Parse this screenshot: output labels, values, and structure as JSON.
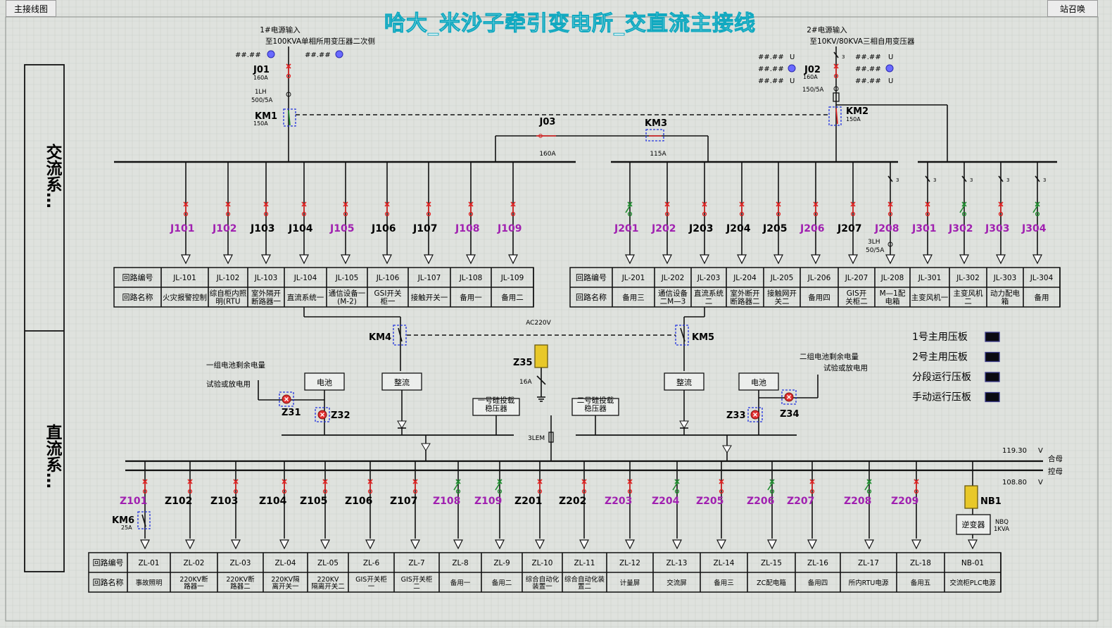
{
  "title": "哈大_米沙子牵引变电所_交直流主接线",
  "buttons": {
    "main_wiring": "主接线图",
    "call": "站召唤"
  },
  "side": {
    "ac": "交流系…",
    "dc": "直流系…"
  },
  "colors": {
    "background": "#dfe2de",
    "grid": "#cdd2cc",
    "line": "#111111",
    "breaker_closed": "#e02020",
    "breaker_open": "#1c8a2c",
    "label_dim": "#a020b0",
    "title": "#ffffff",
    "title_outline": "#11a9c0",
    "select_box": "#2233dd"
  },
  "sources": {
    "input1": {
      "title": "1#电源输入",
      "desc": "至100KVA单相所用变压器二次侧",
      "values": [
        "##.##",
        "##.##"
      ]
    },
    "input2": {
      "title": "2#电源输入",
      "desc": "至10KV/80KVA三相自用变压器",
      "values": [
        "##.##",
        "##.##",
        "##.##",
        "##.##",
        "##.##",
        "##.##"
      ],
      "unit": "U"
    }
  },
  "ac": {
    "J01": {
      "name": "J01",
      "rating": "160A"
    },
    "lh1": {
      "name": "1LH",
      "ratio": "500/5A"
    },
    "KM1": {
      "name": "KM1",
      "rating": "150A"
    },
    "J02": {
      "name": "J02",
      "rating": "160A"
    },
    "lh2": {
      "ratio": "150/5A"
    },
    "KM2": {
      "name": "KM2",
      "rating": "150A"
    },
    "J03": {
      "name": "J03",
      "rating": "160A"
    },
    "KM3": {
      "name": "KM3",
      "rating": "115A"
    },
    "lh3": {
      "name": "3LH",
      "ratio": "50/5A"
    },
    "row_head1": "回路编号",
    "row_head2": "回路名称",
    "left_feeders": [
      {
        "name": "J101",
        "code": "JL-101",
        "circuit": "火灾报警控制",
        "dim": true
      },
      {
        "name": "J102",
        "code": "JL-102",
        "circuit": "综自柜内照明(RTU)电源",
        "dim": true
      },
      {
        "name": "J103",
        "code": "JL-103",
        "circuit": "室外隔开断路器一",
        "dim": false
      },
      {
        "name": "J104",
        "code": "JL-104",
        "circuit": "直流系统一",
        "dim": false
      },
      {
        "name": "J105",
        "code": "JL-105",
        "circuit": "通信设备一(M-2)",
        "dim": true
      },
      {
        "name": "J106",
        "code": "JL-106",
        "circuit": "GSI开关柜一",
        "dim": false
      },
      {
        "name": "J107",
        "code": "JL-107",
        "circuit": "接触开关一",
        "dim": false
      },
      {
        "name": "J108",
        "code": "JL-108",
        "circuit": "备用一",
        "dim": true
      },
      {
        "name": "J109",
        "code": "JL-109",
        "circuit": "备用二",
        "dim": true
      }
    ],
    "right_feeders": [
      {
        "name": "J201",
        "code": "JL-201",
        "circuit": "备用三",
        "dim": true
      },
      {
        "name": "J202",
        "code": "JL-202",
        "circuit": "通信设备二M—3",
        "dim": true
      },
      {
        "name": "J203",
        "code": "JL-203",
        "circuit": "直流系统二",
        "dim": false
      },
      {
        "name": "J204",
        "code": "JL-204",
        "circuit": "室外断开断路器二",
        "dim": false
      },
      {
        "name": "J205",
        "code": "JL-205",
        "circuit": "接触网开关二",
        "dim": false
      },
      {
        "name": "J206",
        "code": "JL-206",
        "circuit": "备用四",
        "dim": true
      },
      {
        "name": "J207",
        "code": "JL-207",
        "circuit": "GIS开关柜二",
        "dim": false
      },
      {
        "name": "J208",
        "code": "JL-208",
        "circuit": "M—1配电箱",
        "dim": true
      },
      {
        "name": "J301",
        "code": "JL-301",
        "circuit": "主变风机一",
        "dim": true
      },
      {
        "name": "J302",
        "code": "JL-302",
        "circuit": "主变风机二",
        "dim": true
      },
      {
        "name": "J303",
        "code": "JL-303",
        "circuit": "动力配电箱",
        "dim": true
      },
      {
        "name": "J304",
        "code": "JL-304",
        "circuit": "备用",
        "dim": true
      }
    ]
  },
  "mid": {
    "KM4": "KM4",
    "KM5": "KM5",
    "ac220": "AC220V",
    "rect1": "整流",
    "rect2": "整流",
    "bat1": "电池",
    "bat2": "电池",
    "z35": "Z35",
    "z35_rating": "16A",
    "stab1": "一号硅投载稳压器",
    "stab2": "二号硅投载稳压器",
    "lem": "3LEM",
    "bat1_rem": "一组电池剩余电量",
    "bat1_test": "试验或放电用",
    "bat2_rem": "二组电池剩余电量",
    "bat2_test": "试验或放电用",
    "Z31": "Z31",
    "Z32": "Z32",
    "Z33": "Z33",
    "Z34": "Z34"
  },
  "legend": [
    {
      "label": "1号主用压板"
    },
    {
      "label": "2号主用压板"
    },
    {
      "label": "分段运行压板"
    },
    {
      "label": "手动运行压板"
    }
  ],
  "dc": {
    "v1": "119.30",
    "v2": "108.80",
    "unit": "V",
    "bus1": "合母",
    "bus2": "控母",
    "KM6": "KM6",
    "km6_rating": "25A",
    "NB1": "NB1",
    "inverter": "逆变器",
    "nbq": "NBQ",
    "nbq_rating": "1KVA",
    "row_head1": "回路编号",
    "row_head2": "回路名称",
    "feeders": [
      {
        "name": "Z101",
        "code": "ZL-01",
        "circuit": "事故照明",
        "dim": true
      },
      {
        "name": "Z102",
        "code": "ZL-02",
        "circuit": "220KV断路器一",
        "dim": false
      },
      {
        "name": "Z103",
        "code": "ZL-03",
        "circuit": "220KV断路器二",
        "dim": false
      },
      {
        "name": "Z104",
        "code": "ZL-04",
        "circuit": "220KV隔离开关一",
        "dim": false
      },
      {
        "name": "Z105",
        "code": "ZL-05",
        "circuit": "220KV隔离开关二",
        "dim": false
      },
      {
        "name": "Z106",
        "code": "ZL-6",
        "circuit": "GIS开关柜一",
        "dim": false
      },
      {
        "name": "Z107",
        "code": "ZL-7",
        "circuit": "GIS开关柜二",
        "dim": false
      },
      {
        "name": "Z108",
        "code": "ZL-8",
        "circuit": "备用一",
        "dim": true
      },
      {
        "name": "Z109",
        "code": "ZL-9",
        "circuit": "备用二",
        "dim": true
      },
      {
        "name": "Z201",
        "code": "ZL-10",
        "circuit": "综合自动化装置一",
        "dim": false
      },
      {
        "name": "Z202",
        "code": "ZL-11",
        "circuit": "综合自动化装置二",
        "dim": false
      },
      {
        "name": "Z203",
        "code": "ZL-12",
        "circuit": "计量屏",
        "dim": true
      },
      {
        "name": "Z204",
        "code": "ZL-13",
        "circuit": "交流屏",
        "dim": true
      },
      {
        "name": "Z205",
        "code": "ZL-14",
        "circuit": "备用三",
        "dim": true
      },
      {
        "name": "Z206",
        "code": "ZL-15",
        "circuit": "ZC配电箱",
        "dim": true
      },
      {
        "name": "Z207",
        "code": "ZL-16",
        "circuit": "备用四",
        "dim": true
      },
      {
        "name": "Z208",
        "code": "ZL-17",
        "circuit": "所内RTU电源",
        "dim": true
      },
      {
        "name": "Z209",
        "code": "ZL-18",
        "circuit": "备用五",
        "dim": true
      },
      {
        "name": "",
        "code": "NB-01",
        "circuit": "交流柜PLC电源",
        "dim": false
      }
    ]
  }
}
